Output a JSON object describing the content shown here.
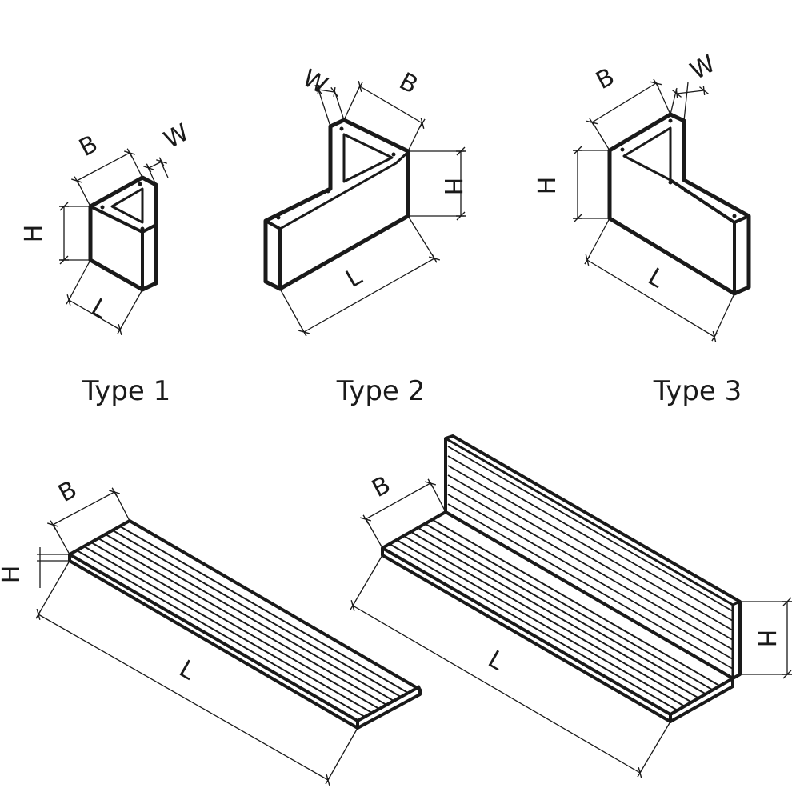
{
  "captions": {
    "type1": "Type 1",
    "type2": "Type 2",
    "type3": "Type 3"
  },
  "dims": {
    "B": "B",
    "W": "W",
    "H": "H",
    "L": "L"
  },
  "colors": {
    "ink": "#1a1a1a",
    "paper": "#ffffff"
  }
}
